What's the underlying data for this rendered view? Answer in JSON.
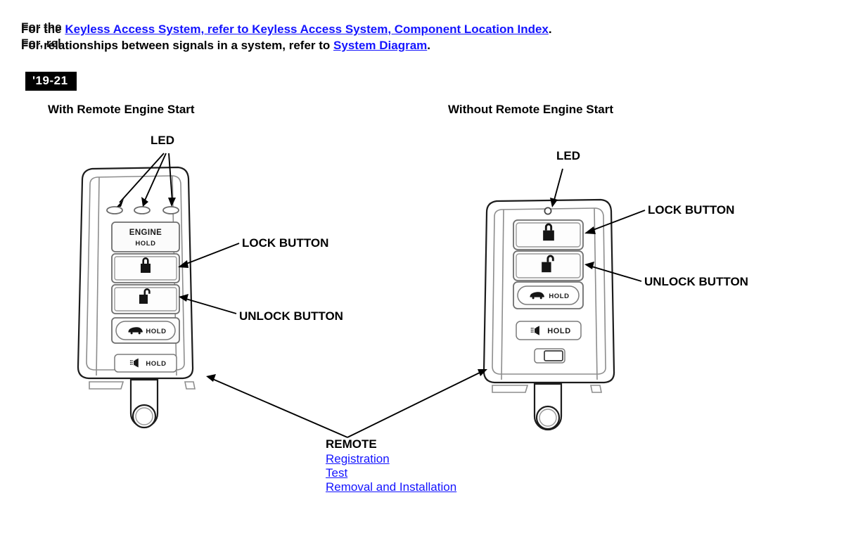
{
  "notes": [
    {
      "lead": "For the",
      "link": "Keyless Access System, refer to Keyless Access System, Component Location Index",
      "trail": ".",
      "ghost": "For the"
    },
    {
      "lead": "For relationships between signals in a system, refer to",
      "link": "System Diagram",
      "trail": ".",
      "ghost": "For, rel"
    }
  ],
  "note_full": {
    "line1": "For the Keyless Access System, refer to Keyless Access System, Component Location Index.",
    "line2": "For relationships between signals in a system, refer to System Diagram."
  },
  "year_badge": "'19-21",
  "headings": {
    "left": "With Remote Engine Start",
    "right": "Without Remote Engine Start"
  },
  "callouts": {
    "led_left": "LED",
    "lock_left": "LOCK BUTTON",
    "unlock_left": "UNLOCK BUTTON",
    "led_right": "LED",
    "lock_right": "LOCK BUTTON",
    "unlock_right": "UNLOCK BUTTON"
  },
  "remote": {
    "title": "REMOTE",
    "links": [
      "Registration",
      "Test",
      "Removal and Installation"
    ]
  },
  "fob_left": {
    "name": "With Remote Engine Start",
    "led_count": 3,
    "buttons": [
      {
        "name": "engine-start-button",
        "line1": "ENGINE",
        "line2": "HOLD",
        "icon": "engine-text"
      },
      {
        "name": "lock-button",
        "icon": "lock-closed-icon",
        "label": ""
      },
      {
        "name": "unlock-button",
        "icon": "lock-open-icon",
        "label": ""
      },
      {
        "name": "tailgate-button",
        "icon": "car-icon",
        "label": "HOLD"
      },
      {
        "name": "panic-button",
        "icon": "horn-icon",
        "label": "HOLD"
      }
    ]
  },
  "fob_right": {
    "name": "Without Remote Engine Start",
    "led_count": 1,
    "buttons": [
      {
        "name": "lock-button",
        "icon": "lock-closed-icon",
        "label": ""
      },
      {
        "name": "unlock-button",
        "icon": "lock-open-icon",
        "label": ""
      },
      {
        "name": "tailgate-button",
        "icon": "car-icon",
        "label": "HOLD"
      },
      {
        "name": "panic-button",
        "icon": "horn-icon",
        "label": "HOLD"
      },
      {
        "name": "key-release-button",
        "icon": "release-slider-icon",
        "label": ""
      }
    ]
  },
  "colors": {
    "link": "#1414ff",
    "text": "#000000",
    "badge_bg": "#000000",
    "badge_fg": "#ffffff",
    "outline": "#1c1c1c"
  }
}
